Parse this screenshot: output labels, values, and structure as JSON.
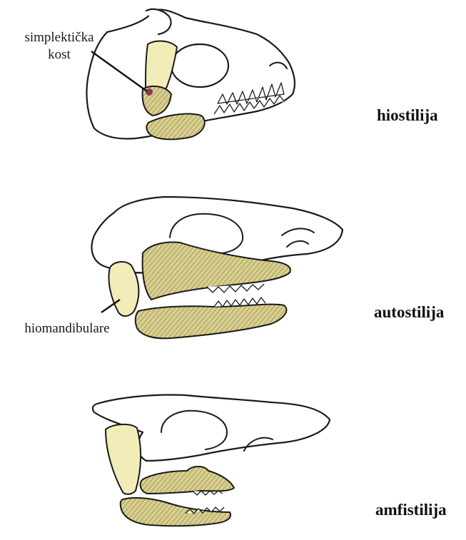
{
  "colors": {
    "hyomandibular_fill": "#f2ecb8",
    "jaw_fill": "#d8cf8e",
    "jaw_hatch": "#8f8650",
    "symplectic_mark": "#8b3a5a",
    "outline": "#1a1a1a"
  },
  "labels": {
    "symplectic_line1": "simplektička",
    "symplectic_line2": "kost",
    "hyomandibular": "hiomandibulare"
  },
  "suspension_types": [
    {
      "name": "hiostilija"
    },
    {
      "name": "autostilija"
    },
    {
      "name": "amfistilija"
    }
  ]
}
